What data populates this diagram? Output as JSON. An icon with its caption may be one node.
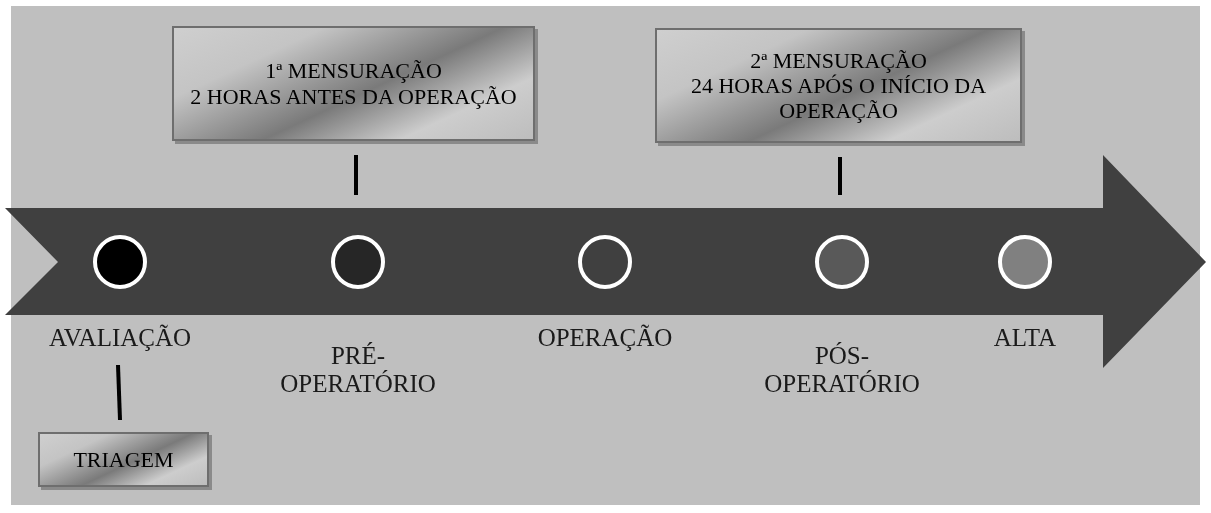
{
  "diagram": {
    "nodes": [
      {
        "text": [
          "1ª MENSURAÇÃO",
          "2 HORAS ANTES DA OPERAÇÃO"
        ]
      },
      {
        "text": [
          "2ª MENSURAÇÃO",
          "24 HORAS APÓS O INÍCIO DA OPERAÇÃO"
        ]
      },
      {
        "text": [
          "AVALIAÇÃO"
        ]
      },
      {
        "text": [
          "PRÉ-OPERATÓRIO"
        ]
      },
      {
        "text": [
          "OPERAÇÃO"
        ]
      },
      {
        "text": [
          "PÓS-OPERATÓRIO"
        ]
      },
      {
        "text": [
          "ALTA"
        ]
      },
      {
        "text": [
          "TRIAGEM"
        ]
      }
    ],
    "edges": [
      {
        "from": 0,
        "to": 3,
        "arrow": "none"
      },
      {
        "from": 1,
        "to": 5,
        "arrow": "none"
      },
      {
        "from": 2,
        "to": 7,
        "arrow": "none"
      }
    ]
  }
}
